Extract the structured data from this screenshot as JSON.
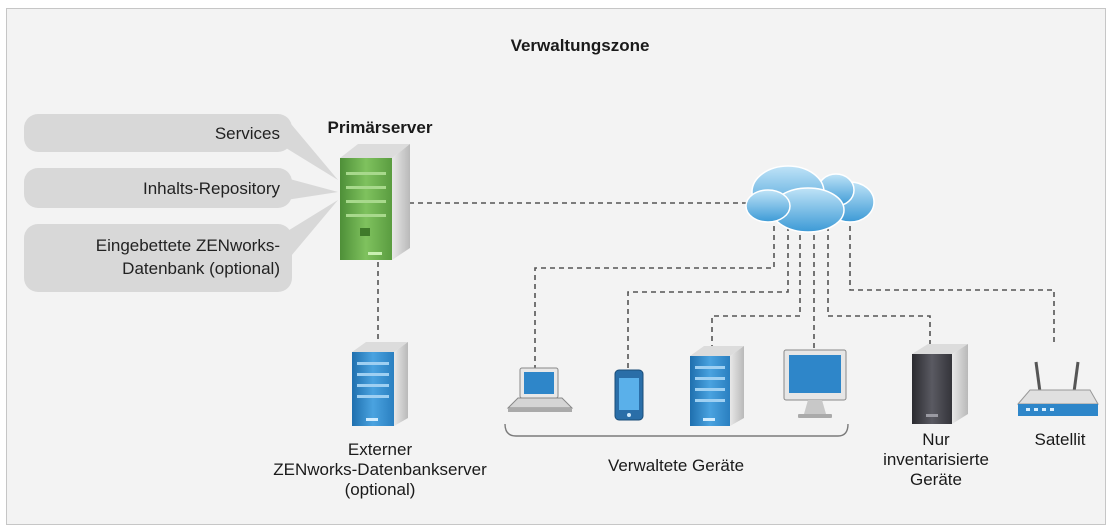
{
  "title": "Verwaltungszone",
  "primary_server": {
    "label": "Primärserver",
    "callouts": [
      "Services",
      "Inhalts-Repository",
      "Eingebettete ZENworks-\nDatenbank (optional)"
    ]
  },
  "external_db": {
    "label": "Externer\nZENworks-Datenbankserver\n(optional)"
  },
  "managed_devices": {
    "label": "Verwaltete Geräte",
    "devices": [
      "laptop",
      "smartphone",
      "server",
      "monitor"
    ]
  },
  "inventory_only": {
    "label": "Nur\ninventarisierte\nGeräte"
  },
  "satellite": {
    "label": "Satellit"
  },
  "colors": {
    "primary_server": "#6aa84f",
    "device_blue": "#2e86c9",
    "inventory_server": "#3f3f46",
    "cloud": "#5bb3e6",
    "connector": "#555555",
    "callout_bg": "#d8d8d8",
    "frame_bg": "#f3f3f3"
  }
}
